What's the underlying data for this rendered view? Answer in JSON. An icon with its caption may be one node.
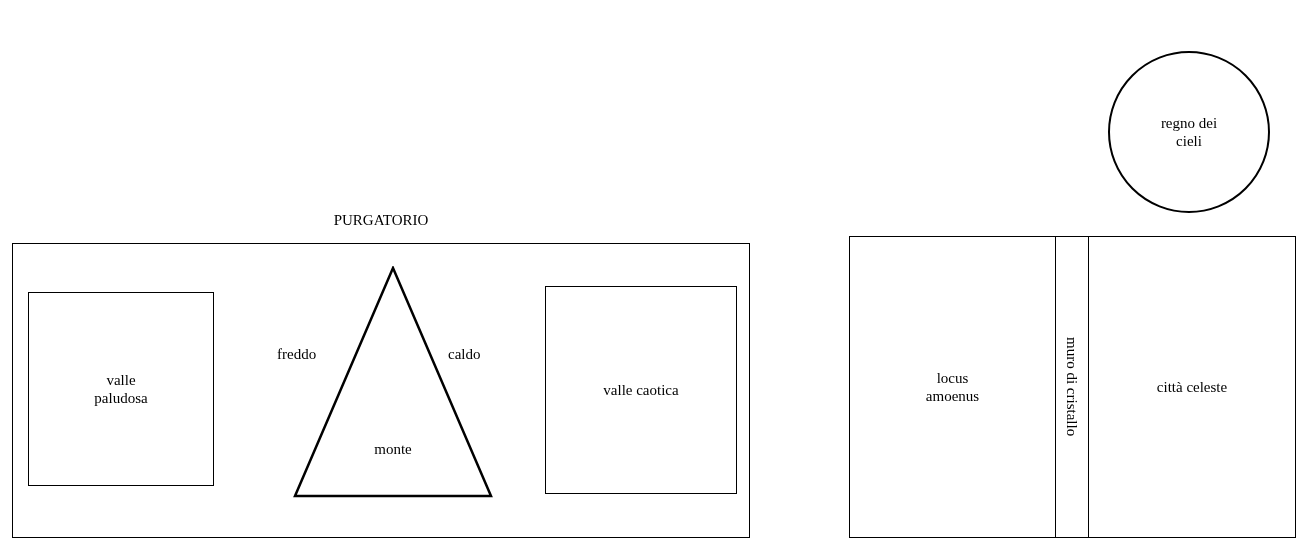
{
  "diagram": {
    "nodes": [
      {
        "text": [
          "PURGATORIO"
        ]
      },
      {
        "text": [
          "valle paludosa"
        ],
        "in": 0
      },
      {
        "text": [
          "monte"
        ],
        "in": 0,
        "beside": [
          "freddo",
          "caldo"
        ]
      },
      {
        "text": [
          "valle caotica"
        ],
        "in": 0
      },
      {
        "text": [
          "locus amoenus"
        ]
      },
      {
        "text": [
          "muro di cristallo"
        ]
      },
      {
        "text": [
          "città celeste"
        ]
      },
      {
        "text": [
          "regno dei cieli"
        ]
      }
    ]
  }
}
